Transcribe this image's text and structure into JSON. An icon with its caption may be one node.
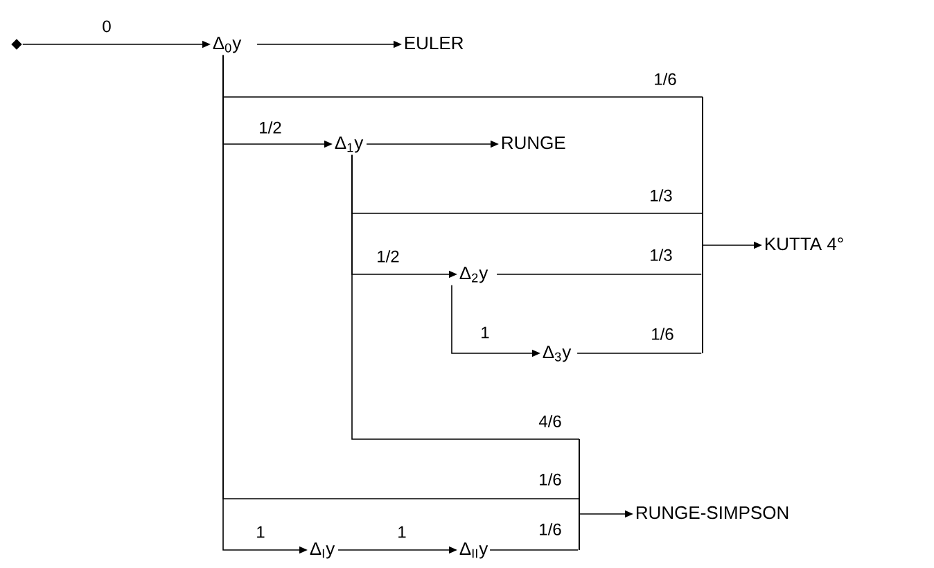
{
  "diagram": {
    "nodes": [
      {
        "text": [],
        "shape": "diamond"
      },
      {
        "text": [
          "Δ$_{0}$y"
        ]
      },
      {
        "text": [
          "EULER"
        ]
      },
      {
        "text": [
          "Δ$_{1}$y"
        ]
      },
      {
        "text": [
          "RUNGE"
        ]
      },
      {
        "text": [
          "Δ$_{2}$y"
        ]
      },
      {
        "text": [
          "Δ$_{3}$y"
        ]
      },
      {
        "text": [],
        "shape": "bar"
      },
      {
        "text": [
          "KUTTA 4°"
        ]
      },
      {
        "text": [
          "Δ$_{I}$y"
        ]
      },
      {
        "text": [
          "Δ$_{II}$y"
        ]
      },
      {
        "text": [],
        "shape": "bar"
      },
      {
        "text": [
          "RUNGE-SIMPSON"
        ]
      }
    ],
    "edges": [
      {
        "from": 0,
        "to": 1,
        "arrow": "to",
        "label": "0"
      },
      {
        "from": 1,
        "to": 2,
        "arrow": "to"
      },
      {
        "from": 1,
        "to": 7,
        "arrow": "none",
        "label": "1/6"
      },
      {
        "from": 1,
        "to": 3,
        "arrow": "to",
        "label": "1/2"
      },
      {
        "from": 3,
        "to": 4,
        "arrow": "to"
      },
      {
        "from": 3,
        "to": 7,
        "arrow": "none",
        "label": "1/3"
      },
      {
        "from": 3,
        "to": 5,
        "arrow": "to",
        "label": "1/2"
      },
      {
        "from": 5,
        "to": 7,
        "arrow": "none",
        "label": "1/3"
      },
      {
        "from": 5,
        "to": 6,
        "arrow": "to",
        "label": "1"
      },
      {
        "from": 6,
        "to": 7,
        "arrow": "none",
        "label": "1/6"
      },
      {
        "from": 7,
        "to": 8,
        "arrow": "to"
      },
      {
        "from": 3,
        "to": 11,
        "arrow": "none",
        "label": "4/6"
      },
      {
        "from": 1,
        "to": 11,
        "arrow": "none",
        "label": "1/6"
      },
      {
        "from": 1,
        "to": 9,
        "arrow": "to",
        "label": "1"
      },
      {
        "from": 9,
        "to": 10,
        "arrow": "to",
        "label": "1"
      },
      {
        "from": 10,
        "to": 11,
        "arrow": "none",
        "label": "1/6"
      },
      {
        "from": 11,
        "to": 12,
        "arrow": "to"
      }
    ]
  }
}
